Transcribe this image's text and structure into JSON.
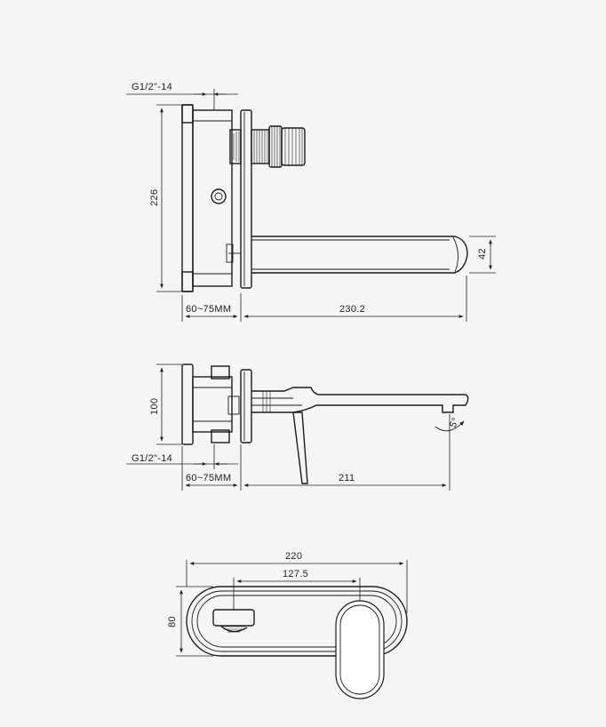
{
  "views": {
    "side_top": {
      "thread_label": "G1/2\"-14",
      "height_label": "226",
      "wall_label": "60~75MM",
      "reach_label": "230.2",
      "spout_label": "42"
    },
    "side_mid": {
      "height_label": "100",
      "thread_label": "G1/2\"-14",
      "wall_label": "60~75MM",
      "reach_label": "211",
      "angle_label": "5°"
    },
    "front": {
      "width_label": "220",
      "spacing_label": "127.5",
      "height_label": "80"
    }
  }
}
